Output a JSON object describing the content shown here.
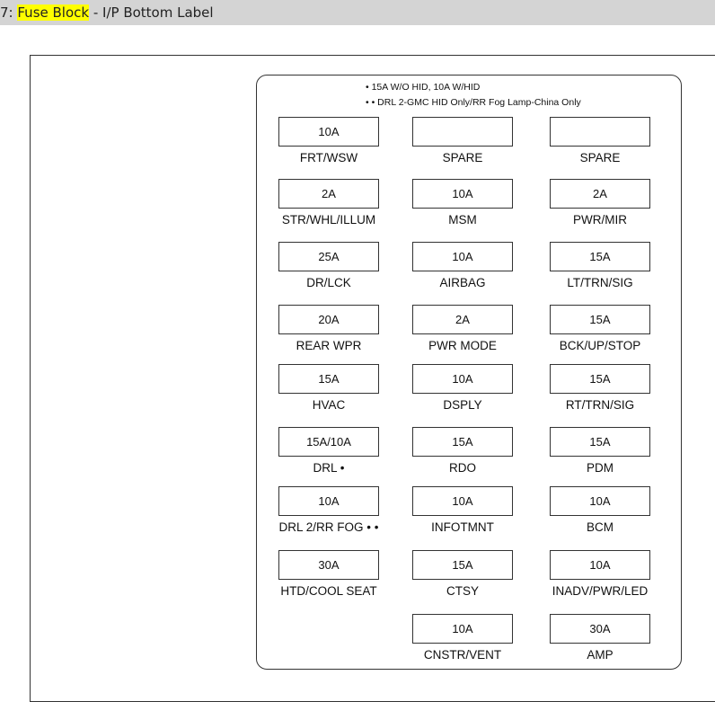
{
  "header": {
    "prefix": "7: ",
    "highlight": "Fuse Block",
    "suffix": " - I/P Bottom Label"
  },
  "notes": [
    "• 15A W/O HID, 10A W/HID",
    "• • DRL 2-GMC HID Only/RR Fog Lamp-China Only"
  ],
  "fuses": [
    [
      {
        "rating": "10A",
        "label": "FRT/WSW"
      },
      {
        "rating": "",
        "label": "SPARE"
      },
      {
        "rating": "",
        "label": "SPARE"
      }
    ],
    [
      {
        "rating": "2A",
        "label": "STR/WHL/ILLUM"
      },
      {
        "rating": "10A",
        "label": "MSM"
      },
      {
        "rating": "2A",
        "label": "PWR/MIR"
      }
    ],
    [
      {
        "rating": "25A",
        "label": "DR/LCK"
      },
      {
        "rating": "10A",
        "label": "AIRBAG"
      },
      {
        "rating": "15A",
        "label": "LT/TRN/SIG"
      }
    ],
    [
      {
        "rating": "20A",
        "label": "REAR WPR"
      },
      {
        "rating": "2A",
        "label": "PWR MODE"
      },
      {
        "rating": "15A",
        "label": "BCK/UP/STOP"
      }
    ],
    [
      {
        "rating": "15A",
        "label": "HVAC"
      },
      {
        "rating": "10A",
        "label": "DSPLY"
      },
      {
        "rating": "15A",
        "label": "RT/TRN/SIG"
      }
    ],
    [
      {
        "rating": "15A/10A",
        "label": "DRL •"
      },
      {
        "rating": "15A",
        "label": "RDO"
      },
      {
        "rating": "15A",
        "label": "PDM"
      }
    ],
    [
      {
        "rating": "10A",
        "label": "DRL 2/RR FOG • •"
      },
      {
        "rating": "10A",
        "label": "INFOTMNT"
      },
      {
        "rating": "10A",
        "label": "BCM"
      }
    ],
    [
      {
        "rating": "30A",
        "label": "HTD/COOL SEAT"
      },
      {
        "rating": "15A",
        "label": "CTSY"
      },
      {
        "rating": "10A",
        "label": "INADV/PWR/LED"
      }
    ],
    [
      null,
      {
        "rating": "10A",
        "label": "CNSTR/VENT"
      },
      {
        "rating": "30A",
        "label": "AMP"
      }
    ]
  ]
}
